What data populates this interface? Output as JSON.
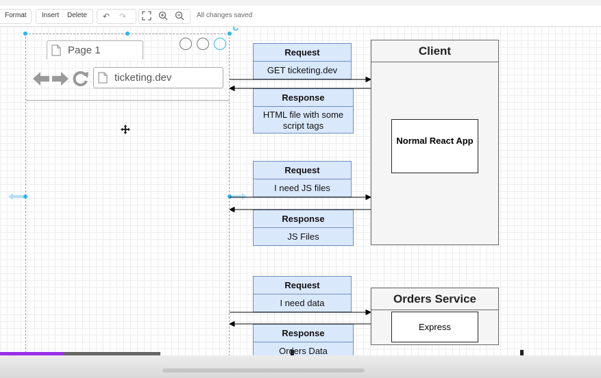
{
  "toolbar": {
    "format_label": "Format",
    "insert_label": "Insert",
    "delete_label": "Delete",
    "status_text": "All changes saved",
    "icons": [
      "undo-icon",
      "redo-icon",
      "fit-icon",
      "zoom-in-icon",
      "zoom-out-icon"
    ]
  },
  "browser_mockup": {
    "tab_label": "Page 1",
    "url": "ticketing.dev"
  },
  "flows": [
    {
      "request_title": "Request",
      "request_text": "GET ticketing.dev",
      "response_title": "Response",
      "response_text": "HTML file with some script tags"
    },
    {
      "request_title": "Request",
      "request_text": "I need JS files",
      "response_title": "Response",
      "response_text": "JS Files"
    },
    {
      "request_title": "Request",
      "request_text": "I need data",
      "response_title": "Response",
      "response_text": "Orders Data"
    }
  ],
  "client": {
    "title": "Client",
    "inner": "Normal React App"
  },
  "orders_service": {
    "title": "Orders Service",
    "inner": "Express"
  },
  "colors": {
    "request_fill": "#dae8fc",
    "request_stroke": "#6c8ebf",
    "service_fill": "#f5f5f5",
    "selection": "#29b6f2",
    "progress": "#9b30e8"
  }
}
